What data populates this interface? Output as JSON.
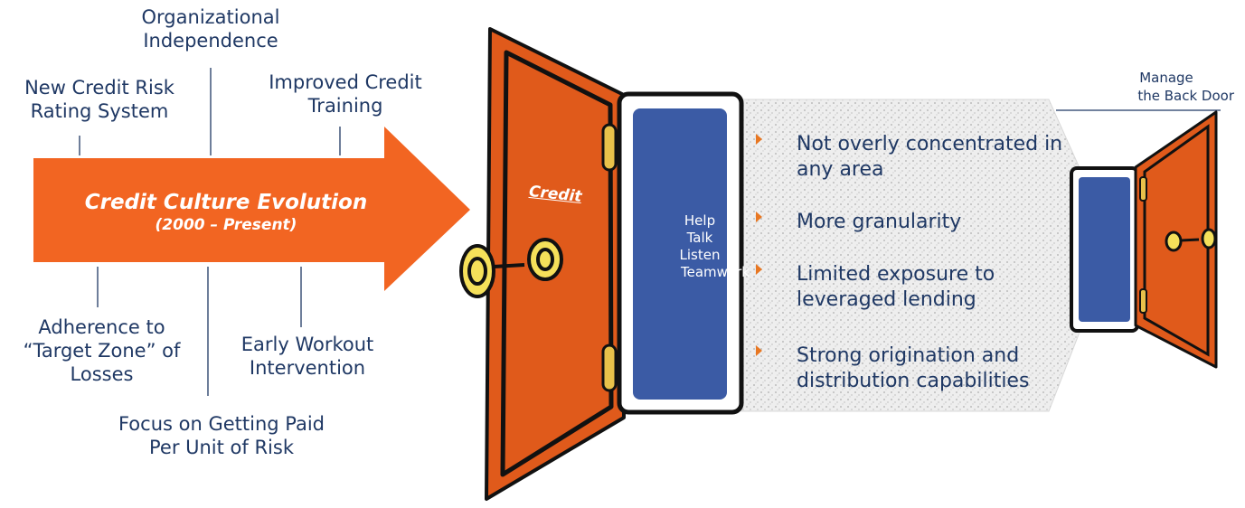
{
  "arrow": {
    "title": "Credit Culture Evolution",
    "subtitle": "(2000 – Present)",
    "color": "#f26522"
  },
  "labels_top": [
    {
      "line1": "Organizational",
      "line2": "Independence"
    },
    {
      "line1": "New Credit Risk",
      "line2": "Rating System"
    },
    {
      "line1": "Improved Credit",
      "line2": "Training"
    }
  ],
  "labels_bottom": [
    {
      "line1": "Adherence to",
      "line2": "“Target Zone” of",
      "line3": "Losses"
    },
    {
      "line1": "Early Workout",
      "line2": "Intervention"
    },
    {
      "line1": "Focus on Getting Paid",
      "line2": "Per Unit of Risk"
    }
  ],
  "front_door": {
    "sign": "Credit",
    "words": [
      "Help",
      "Talk",
      "Listen",
      "Teamwork"
    ],
    "door_color": "#e05a1b",
    "panel_color": "#3b5ba5"
  },
  "bullets": [
    "Not overly concentrated in any area",
    "More granularity",
    "Limited exposure to leveraged lending",
    "Strong origination and distribution capabilities"
  ],
  "back_door": {
    "label_line1": "Manage",
    "label_line2": "the Back Door"
  },
  "colors": {
    "text": "#1f3864",
    "bullet_marker": "#e87722",
    "knob": "#f5e05a"
  }
}
